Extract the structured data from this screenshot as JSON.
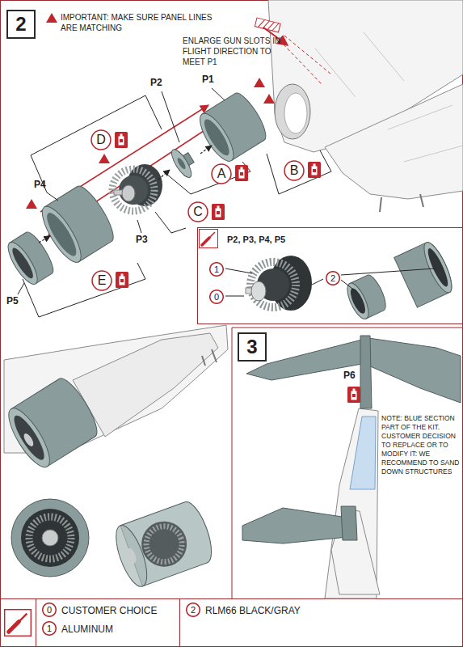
{
  "diagram": {
    "nodes": [
      {
        "text": [
          "2"
        ]
      },
      {
        "text": [
          "D"
        ]
      },
      {
        "text": [
          "B"
        ]
      },
      {
        "text": [
          "A"
        ]
      },
      {
        "text": [
          "C"
        ]
      },
      {
        "text": [
          "E"
        ]
      },
      {
        "text": [
          "P2, P3, P4, P5"
        ]
      },
      {
        "text": [
          "1"
        ],
        "in": 6
      },
      {
        "text": [
          "0"
        ],
        "in": 6
      },
      {
        "text": [
          "2"
        ],
        "in": 6
      },
      {
        "text": [
          "3"
        ]
      },
      {
        "text": [
          "0"
        ]
      },
      {
        "text": [
          "1"
        ]
      },
      {
        "text": [
          "2"
        ]
      }
    ],
    "labels": [
      "IMPORTANT: MAKE SURE PANEL LINES ARE MATCHING",
      "ENLARGE GUN SLOTS IN FLIGHT DIRECTION TO MEET P1",
      "P1",
      "P2",
      "P4",
      "P3",
      "P5",
      "P6",
      "NOTE: BLUE SECTION PART OF THE KIT. CUSTOMER DECISION TO REPLACE OR TO MODIFY IT: WE RECOMMEND TO SAND DOWN STRUCTURES"
    ],
    "legend": [
      {
        "text": "CUSTOMER CHOICE"
      },
      {
        "text": "ALUMINUM"
      },
      {
        "text": "RLM66 BLACK/GRAY"
      }
    ]
  }
}
